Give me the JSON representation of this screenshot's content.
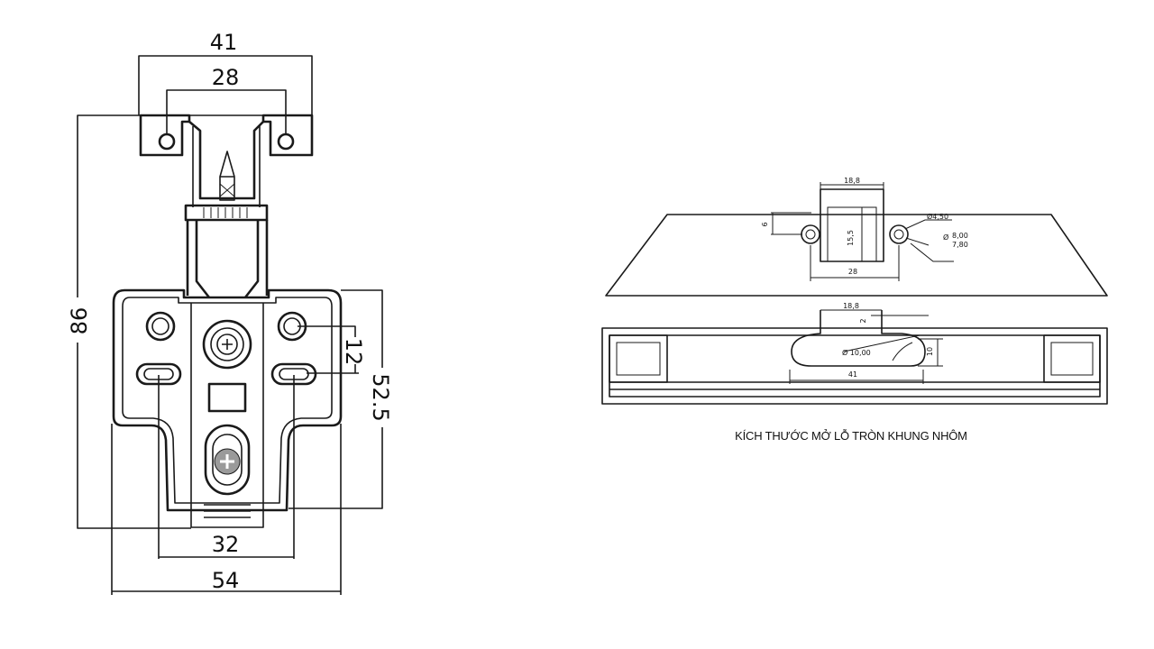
{
  "hinge": {
    "dim_mount_width": "41",
    "dim_mount_holes": "28",
    "dim_total_height": "86",
    "dim_slot_offset": "12",
    "dim_plate_height": "52.5",
    "dim_slot_spacing": "32",
    "dim_plate_width": "54"
  },
  "frame": {
    "top": {
      "width": "18,8",
      "offset": "6",
      "height": "15,5",
      "holes": "28",
      "hole_dia": "Ø4,50",
      "counter_dia_a": "8,00",
      "counter_dia_b": "7,80"
    },
    "bottom": {
      "width": "18,8",
      "offset": "2",
      "round_dia": "Ø 10,00",
      "height": "10",
      "length": "41"
    },
    "caption": "KÍCH THƯỚC MỞ LỖ TRÒN KHUNG NHÔM"
  }
}
